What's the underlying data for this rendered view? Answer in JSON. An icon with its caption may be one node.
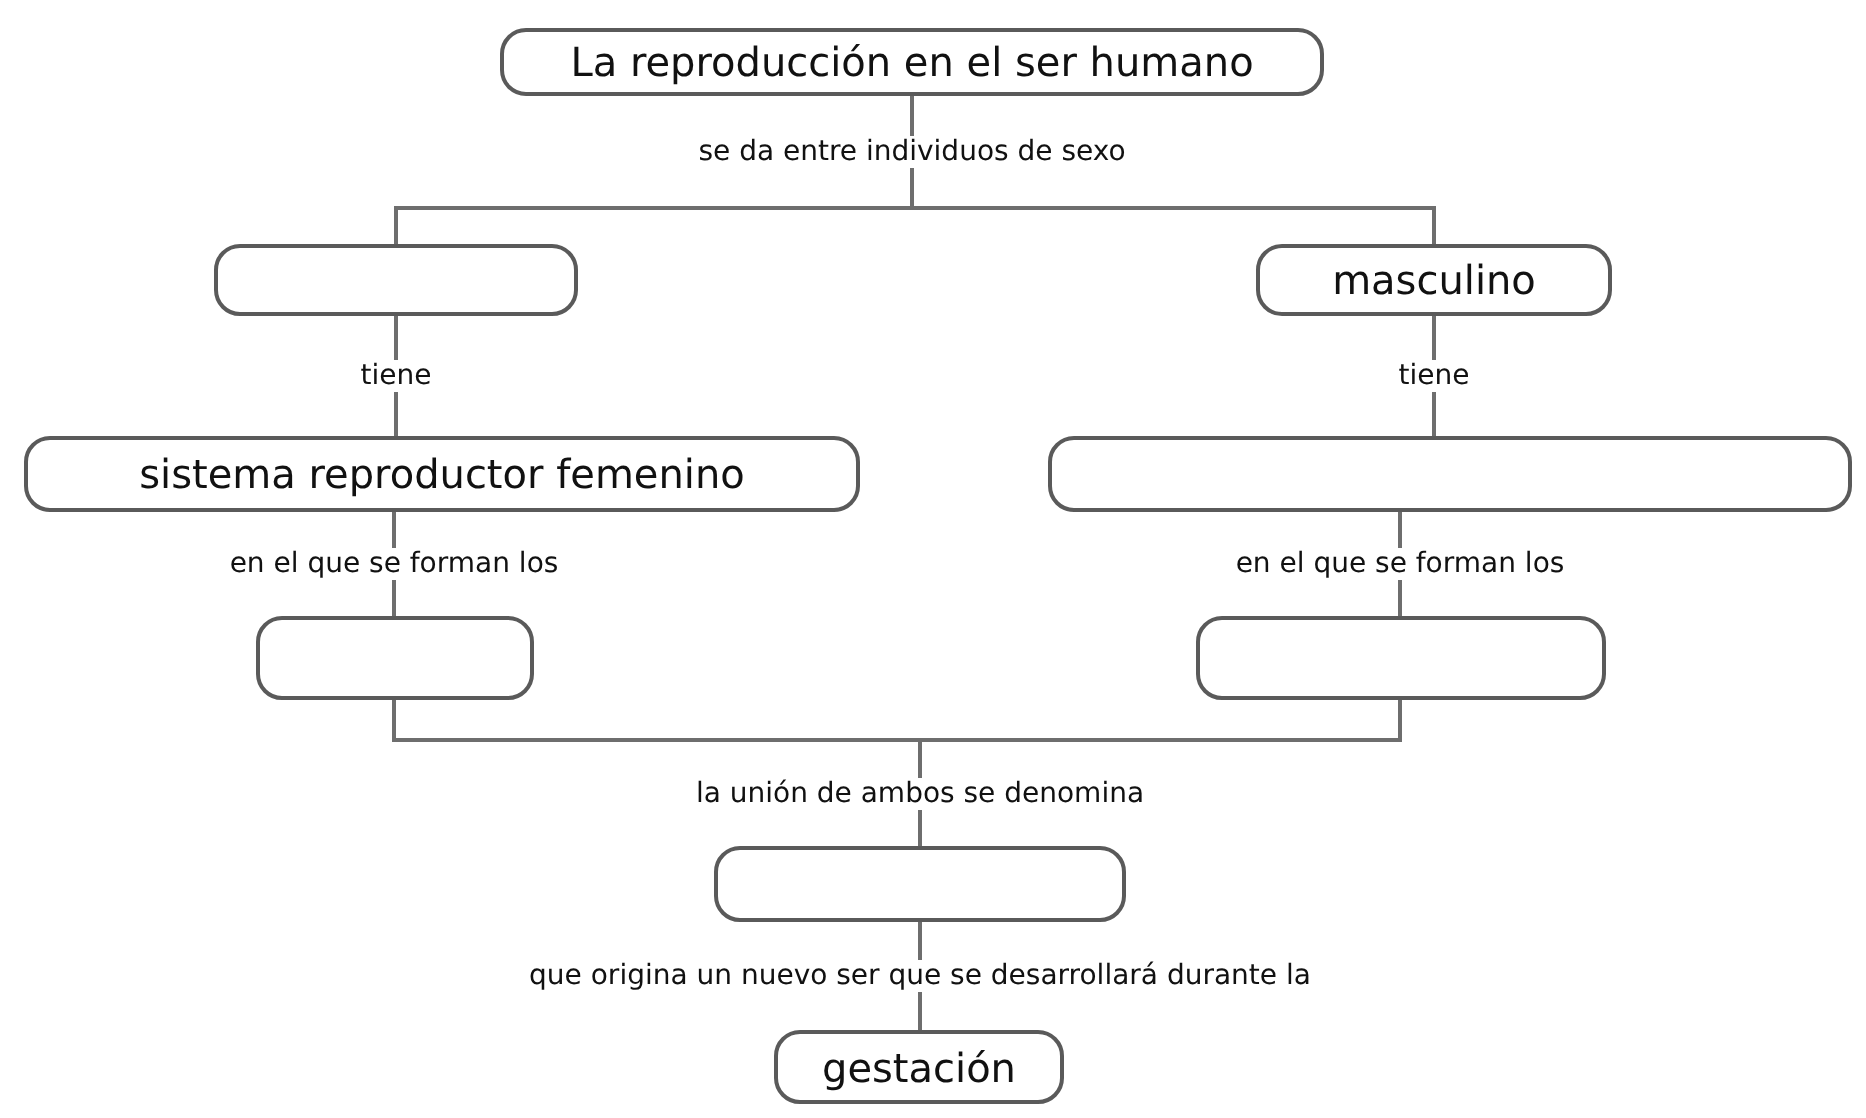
{
  "diagram": {
    "nodes": [
      {
        "text": [
          "La reproducción en el ser humano"
        ]
      },
      {
        "text": [],
        "shape": "box"
      },
      {
        "text": [
          "masculino"
        ]
      },
      {
        "text": [
          "sistema reproductor femenino"
        ]
      },
      {
        "text": [],
        "shape": "box"
      },
      {
        "text": [],
        "shape": "box"
      },
      {
        "text": [],
        "shape": "box"
      },
      {
        "text": [],
        "shape": "box"
      },
      {
        "text": [
          "gestación"
        ]
      }
    ],
    "edges": [
      {
        "from": 0,
        "to": 1,
        "arrow": "none",
        "label": "se da entre individuos de sexo"
      },
      {
        "from": 0,
        "to": 2,
        "arrow": "none"
      },
      {
        "from": 1,
        "to": 3,
        "arrow": "none",
        "label": "tiene"
      },
      {
        "from": 2,
        "to": 4,
        "arrow": "none",
        "label": "tiene"
      },
      {
        "from": 3,
        "to": 5,
        "arrow": "none",
        "label": "en el que se forman los"
      },
      {
        "from": 4,
        "to": 6,
        "arrow": "none",
        "label": "en el que se forman los"
      },
      {
        "from": 5,
        "to": 7,
        "arrow": "none",
        "label": "la unión de ambos se denomina"
      },
      {
        "from": 6,
        "to": 7,
        "arrow": "none"
      },
      {
        "from": 7,
        "to": 8,
        "arrow": "none",
        "label": "que origina un nuevo ser que se desarrollará durante la"
      }
    ]
  }
}
